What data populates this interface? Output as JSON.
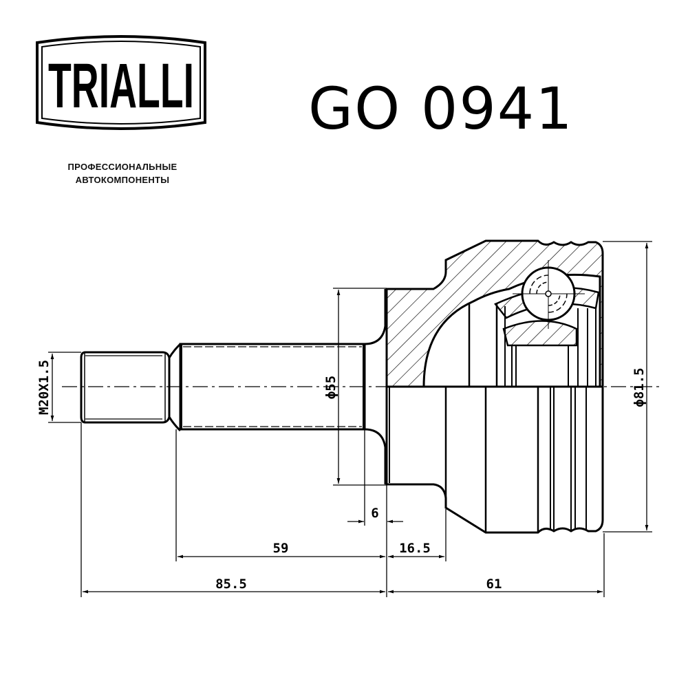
{
  "brand": {
    "name": "TRIALLI",
    "tagline_line1": "ПРОФЕССИОНАЛЬНЫЕ",
    "tagline_line2": "АВТОКОМПОНЕНТЫ"
  },
  "part_number": "GO 0941",
  "drawing": {
    "title": "CV joint outer (drive shaft joint) technical drawing",
    "colors": {
      "line": "#000000",
      "background": "#ffffff"
    },
    "dimensions": {
      "thread": "M20X1.5",
      "shaft_diameter": "ϕ55",
      "outer_diameter": "ϕ81.5",
      "shoulder": "6",
      "shaft_length": "59",
      "flange_length": "16.5",
      "total_stub_length": "85.5",
      "body_length": "61"
    }
  }
}
